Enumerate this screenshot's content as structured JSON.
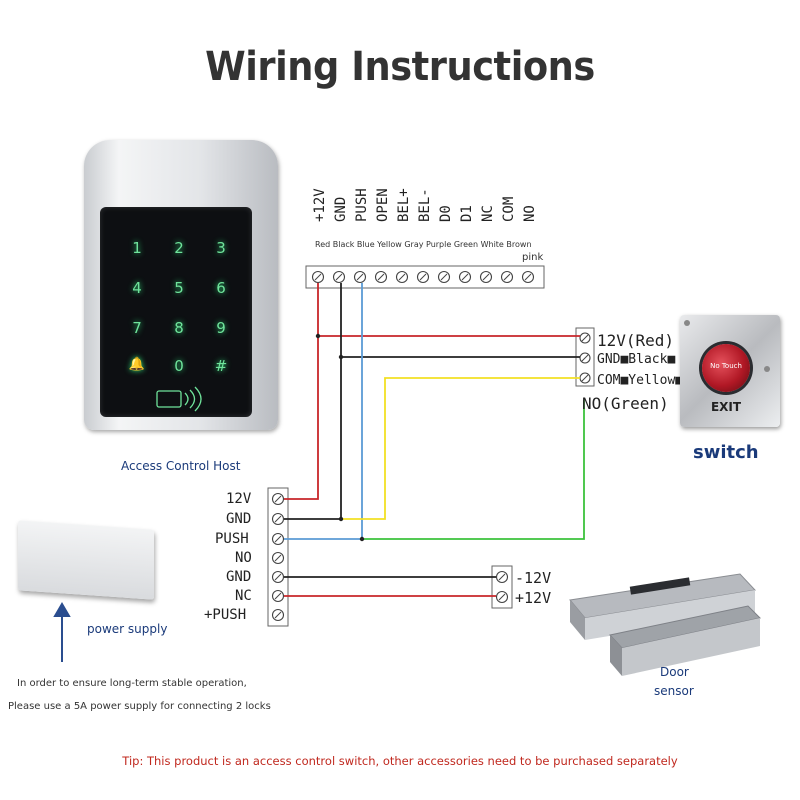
{
  "title": "Wiring Instructions",
  "keypad": {
    "keys": [
      "1",
      "2",
      "3",
      "4",
      "5",
      "6",
      "7",
      "8",
      "9",
      "🔔",
      "0",
      "#"
    ],
    "caption": "Access Control Host"
  },
  "top_terminals": {
    "labels": [
      "+12V",
      "GND",
      "PUSH",
      "OPEN",
      "BEL+",
      "BEL-",
      "D0",
      "D1",
      "NC",
      "COM",
      "NO"
    ],
    "colors_text": "Red Black Blue Yellow Gray Purple Green White Brown",
    "extra_color": "pink"
  },
  "switch": {
    "terminals": [
      "12V(Red)",
      "GND■Black■",
      "COM■Yellow■",
      "NO(Green)"
    ],
    "button_text": "No Touch",
    "plate_text": "EXIT",
    "caption": "switch"
  },
  "power_supply": {
    "terminals": [
      "12V",
      "GND",
      "PUSH",
      "NO",
      "GND",
      "NC",
      "+PUSH"
    ],
    "caption": "power supply",
    "note_lines": [
      "In order to ensure long-term stable operation,",
      "Please use a 5A power supply for connecting 2 locks"
    ]
  },
  "lock": {
    "terminals": [
      "-12V",
      "+12V"
    ],
    "caption_lines": [
      "Door",
      "sensor"
    ]
  },
  "tip": "Tip: This product is an access control switch, other accessories need to be purchased separately",
  "colors": {
    "red": "#c8262a",
    "black": "#222222",
    "blue": "#5b9bd5",
    "yellow": "#f2e024",
    "green": "#3cc23c"
  }
}
